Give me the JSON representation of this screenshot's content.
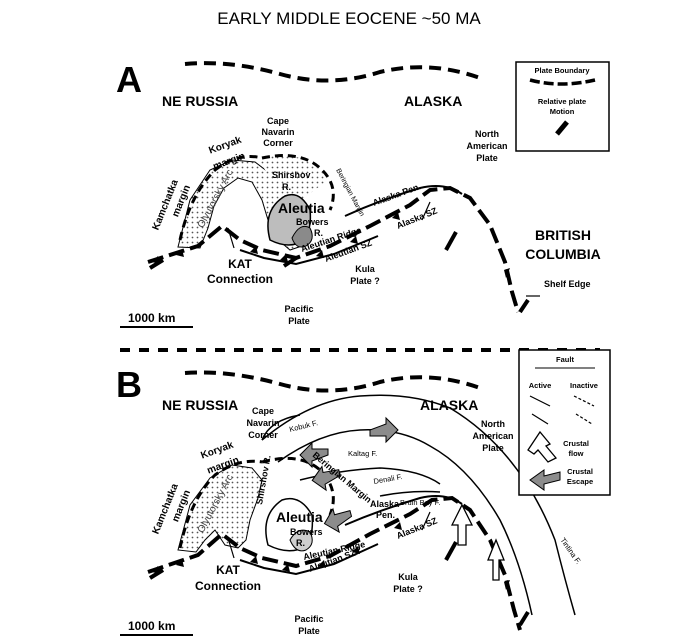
{
  "title": "EARLY MIDDLE EOCENE ~50 MA",
  "panel_a": {
    "letter": "A",
    "labels": {
      "ne_russia": "NE RUSSIA",
      "alaska": "ALASKA",
      "cape": "Cape",
      "navarin": "Navarin",
      "corner": "Corner",
      "north": "North",
      "american": "American",
      "plate": "Plate",
      "koryak": "Koryak",
      "margin": "margin",
      "kamchatka": "Kamchatka",
      "kamchatka_margin": "margin",
      "shirshov": "Shirshov",
      "shirshov_r": "R.",
      "olyutorsky": "Olyutorsky Arc",
      "aleutia": "Aleutia",
      "bowers": "Bowers",
      "bowers_r": "R.",
      "beringian_margin": "Beringian Margin",
      "alaska_pen": "Alaska Pen.",
      "aleutian_ridge": "Aleutian Ridge",
      "aleutian_sz": "Aleutian SZ",
      "alaska_sz": "Alaska SZ",
      "kat": "KAT",
      "connection": "Connection",
      "kula": "Kula",
      "kula_plate": "Plate ?",
      "pacific": "Pacific",
      "pacific_plate": "Plate",
      "british": "BRITISH",
      "columbia": "COLUMBIA",
      "shelf_edge": "Shelf Edge",
      "scale": "1000 km"
    },
    "legend": {
      "plate_boundary": "Plate Boundary",
      "relative": "Relative plate",
      "motion": "Motion"
    }
  },
  "panel_b": {
    "letter": "B",
    "labels": {
      "ne_russia": "NE RUSSIA",
      "alaska": "ALASKA",
      "cape": "Cape",
      "navarin": "Navarin",
      "corner": "Corner",
      "north": "North",
      "american": "American",
      "plate": "Plate",
      "koryak": "Koryak",
      "margin": "margin",
      "kamchatka": "Kamchatka",
      "kamchatka_margin": "margin",
      "shirshov": "Shirshov R.",
      "olyutorsky": "Olyutorsky Arc",
      "aleutia": "Aleutia",
      "bowers": "Bowers",
      "bowers_r": "R.",
      "beringian_margin": "Beringian Margin",
      "kobuk": "Kobuk F.",
      "kaltag": "Kaltag F.",
      "denali": "Denali F.",
      "bruin_bay": "Bruin Bay F.",
      "tintina": "Tintina F.",
      "alaska_pen_1": "Alaska",
      "alaska_pen_2": "Pen.",
      "aleutian_ridge": "Aleutian Ridge",
      "aleutian_sz": "Aleutian SZ",
      "alaska_sz": "Alaska SZ",
      "kat": "KAT",
      "connection": "Connection",
      "kula": "Kula",
      "kula_plate": "Plate ?",
      "pacific": "Pacific",
      "pacific_plate": "Plate",
      "scale": "1000 km"
    },
    "legend": {
      "fault": "Fault",
      "active": "Active",
      "inactive": "Inactive",
      "crustal_flow_1": "Crustal",
      "crustal_flow_2": "flow",
      "crustal_escape_1": "Crustal",
      "crustal_escape_2": "Escape"
    }
  }
}
